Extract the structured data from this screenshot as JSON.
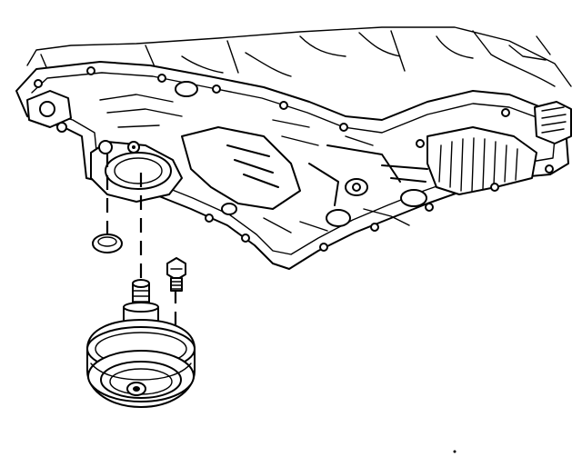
{
  "figure": {
    "parts": [
      "oil-pan",
      "oil-filter-adapter-boss",
      "o-ring-seal",
      "oil-filter",
      "mounting-bolt"
    ],
    "line_color": "#000000",
    "background_color": "#ffffff"
  }
}
